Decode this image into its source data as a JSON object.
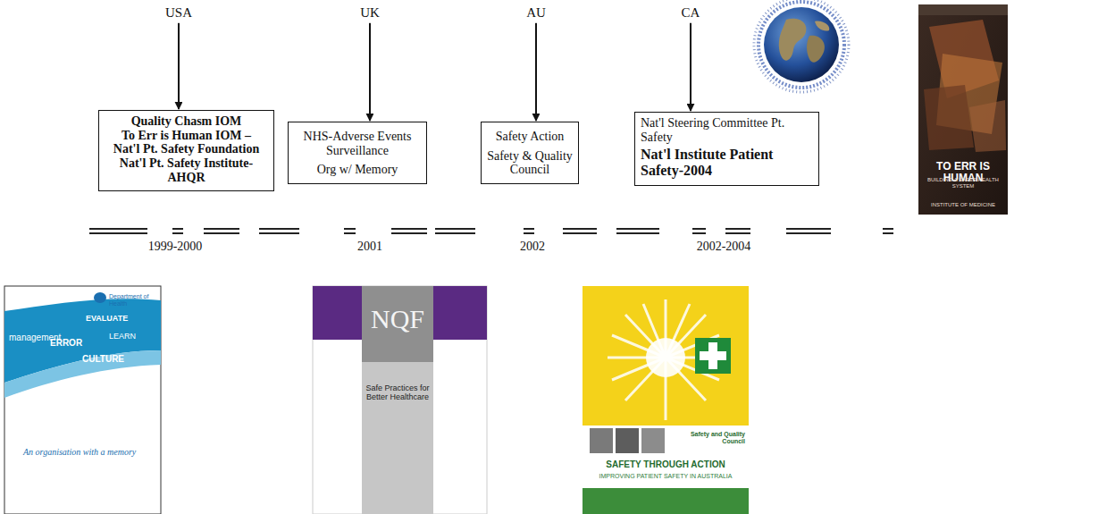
{
  "diagram": {
    "nodes": [
      {
        "text": [
          "USA"
        ]
      },
      {
        "text": [
          "Quality Chasm IOM",
          "To Err is Human IOM –",
          "Nat'l Pt. Safety Foundation",
          "Nat'l Pt. Safety Institute-AHQR"
        ]
      },
      {
        "text": [
          "UK"
        ]
      },
      {
        "text": [
          "NHS-Adverse Events Surveillance",
          "Org w/ Memory"
        ]
      },
      {
        "text": [
          "AU"
        ]
      },
      {
        "text": [
          "Safety Action",
          "Safety & Quality Council"
        ]
      },
      {
        "text": [
          "CA"
        ]
      },
      {
        "text": [
          "Nat'l Steering Committee Pt. Safety",
          "Nat'l Institute Patient Safety-2004"
        ]
      }
    ],
    "edges": [
      {
        "from": 0,
        "to": 1,
        "arrow": "to"
      },
      {
        "from": 2,
        "to": 3,
        "arrow": "to"
      },
      {
        "from": 4,
        "to": 5,
        "arrow": "to"
      },
      {
        "from": 6,
        "to": 7,
        "arrow": "to"
      }
    ],
    "labels": [
      "1999-2000",
      "2001",
      "2002",
      "2002-2004",
      "TO ERR IS HUMAN",
      "BUILDING A SAFER HEALTH SYSTEM",
      "INSTITUTE OF MEDICINE",
      "Department of Health",
      "ERROR",
      "CULTURE",
      "LEARN",
      "EVALUATE",
      "management",
      "An organisation with a memory",
      "NQF",
      "Safe Practices for Better Healthcare",
      "Safety and Quality Council",
      "SAFETY THROUGH ACTION",
      "IMPROVING PATIENT SAFETY IN AUSTRALIA"
    ]
  }
}
